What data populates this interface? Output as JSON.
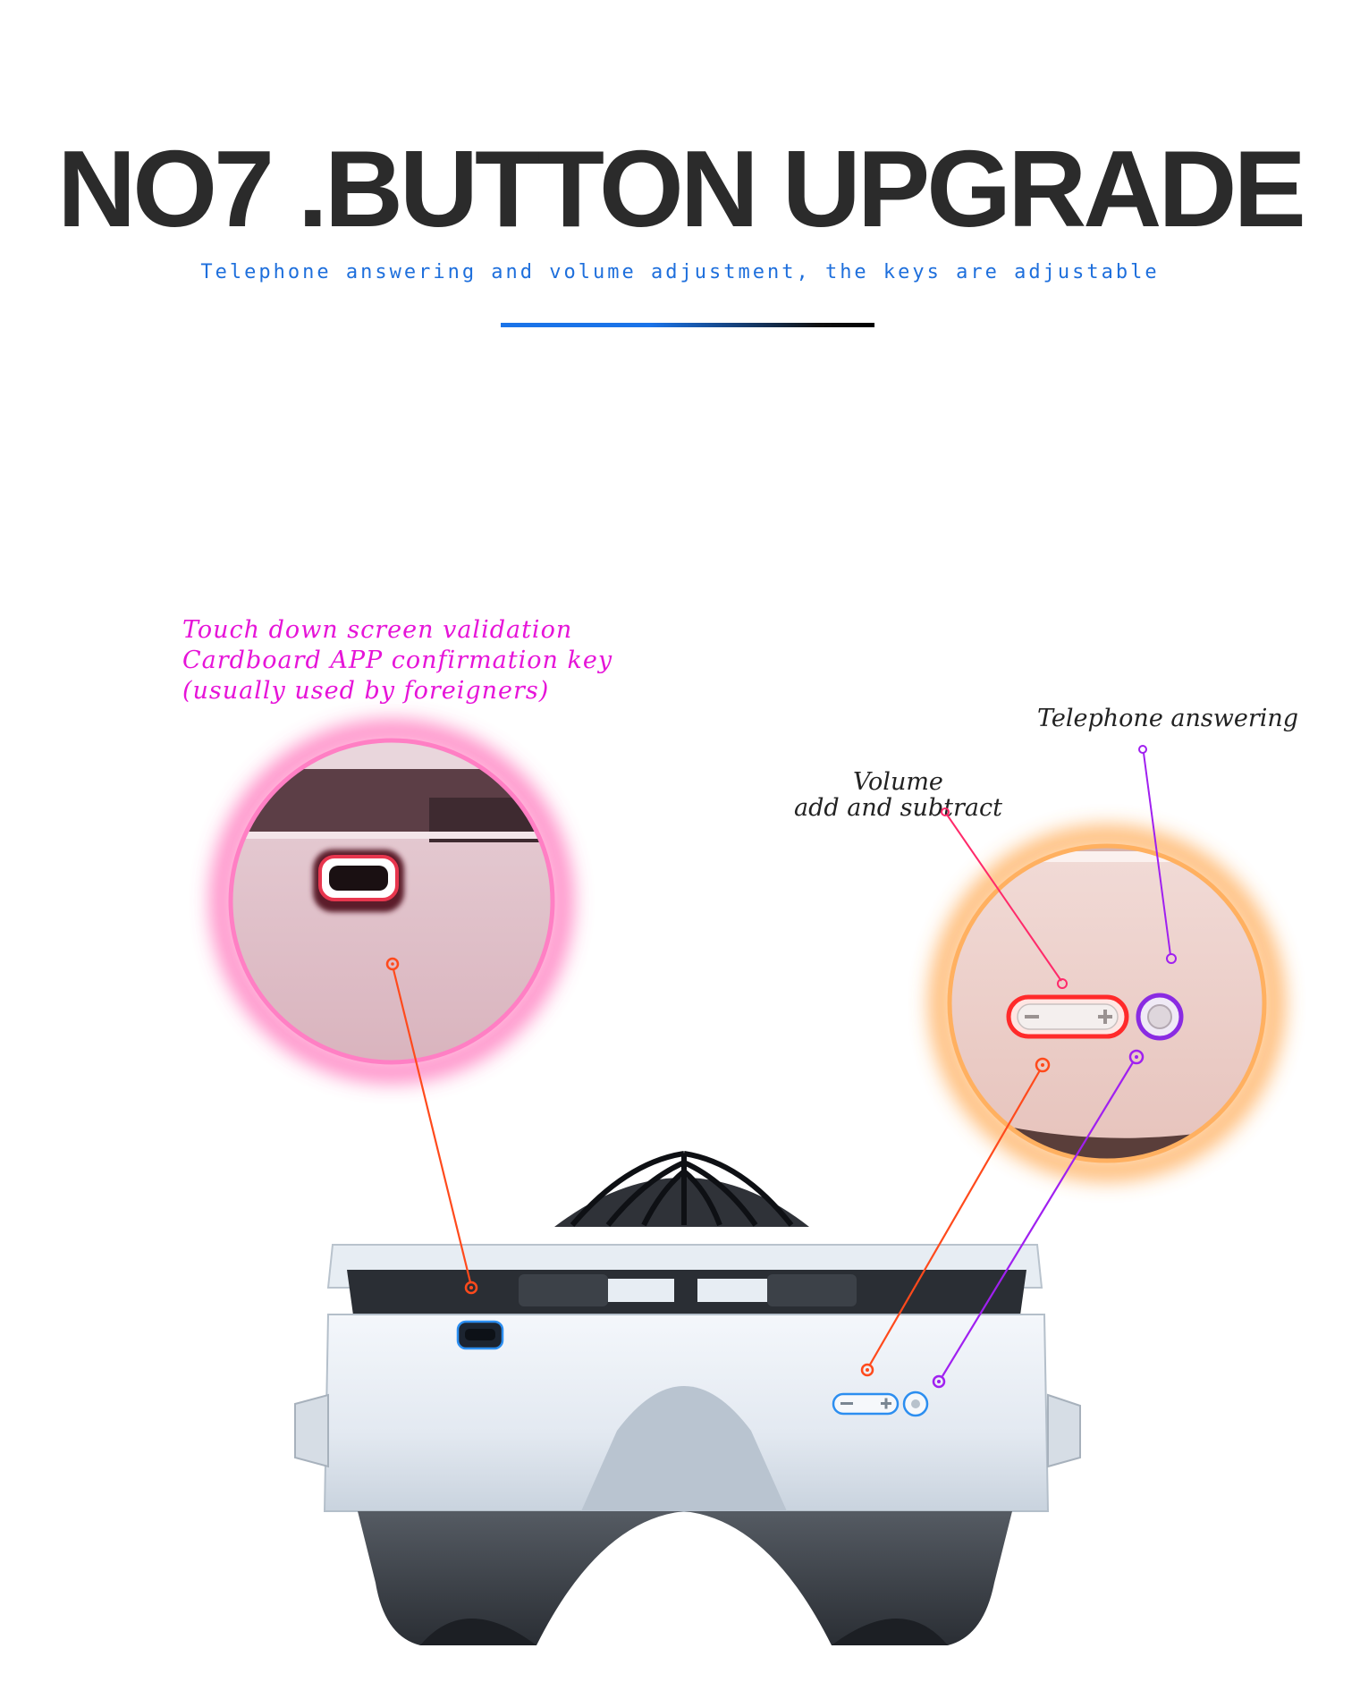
{
  "header": {
    "title": "NO7 .BUTTON UPGRADE",
    "subtitle": "Telephone answering and volume adjustment, the keys are adjustable"
  },
  "callouts": {
    "touch_key": {
      "lines": [
        "Touch down screen validation",
        "Cardboard APP confirmation key",
        "(usually used by foreigners)"
      ]
    },
    "telephone": "Telephone answering",
    "volume": {
      "line1": "Volume",
      "line2": "add and subtract"
    }
  },
  "colors": {
    "title": "#2b2b2b",
    "subtitle": "#1e6fdc",
    "touch_callout": "#e614d8",
    "touch_glow": "#ff5fb0",
    "volume_glow": "#ffa040",
    "volume_leader": "#ff4a1c",
    "telephone_leader": "#a020f0"
  },
  "icons": {
    "touch_button": "usb-port-button-icon",
    "volume_button": "volume-rocker-icon",
    "telephone_button": "round-call-button-icon"
  }
}
